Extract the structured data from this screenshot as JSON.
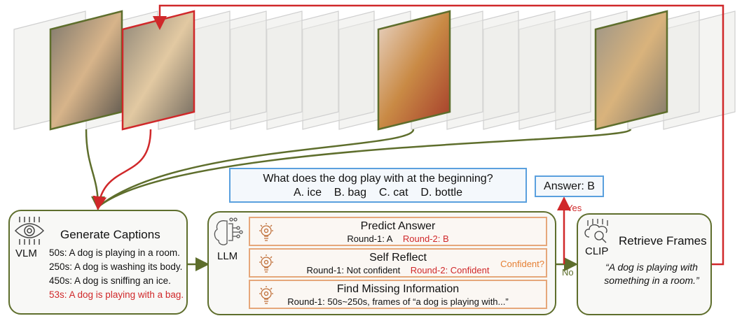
{
  "question": {
    "text": "What does the dog play with at the beginning?",
    "options": [
      "A. ice",
      "B. bag",
      "C. cat",
      "D. bottle"
    ]
  },
  "answer": {
    "label": "Answer: B"
  },
  "vlm": {
    "model": "VLM",
    "title": "Generate Captions",
    "captions": [
      "50s: A dog is playing in a room.",
      "250s: A dog is washing its body.",
      "450s: A dog is sniffing an ice.",
      "53s: A dog is playing with a bag."
    ]
  },
  "llm": {
    "model": "LLM",
    "steps": [
      {
        "title": "Predict Answer",
        "round1": "Round-1: A",
        "round2": "Round-2: B"
      },
      {
        "title": "Self Reflect",
        "round1": "Round-1: Not confident",
        "round2": "Round-2: Confident"
      },
      {
        "title": "Find Missing Information",
        "round1": "Round-1: 50s~250s, frames of “a dog is playing with...”"
      }
    ],
    "decision": "Confident?",
    "yes": "Yes",
    "no": "No"
  },
  "clip": {
    "model": "CLIP",
    "title": "Retrieve Frames",
    "query": "“A dog is playing with something in a room.”"
  },
  "colors": {
    "green": "#5e6e2c",
    "red": "#d0282a",
    "blue": "#5aa0de",
    "orange": "#e57f33"
  }
}
